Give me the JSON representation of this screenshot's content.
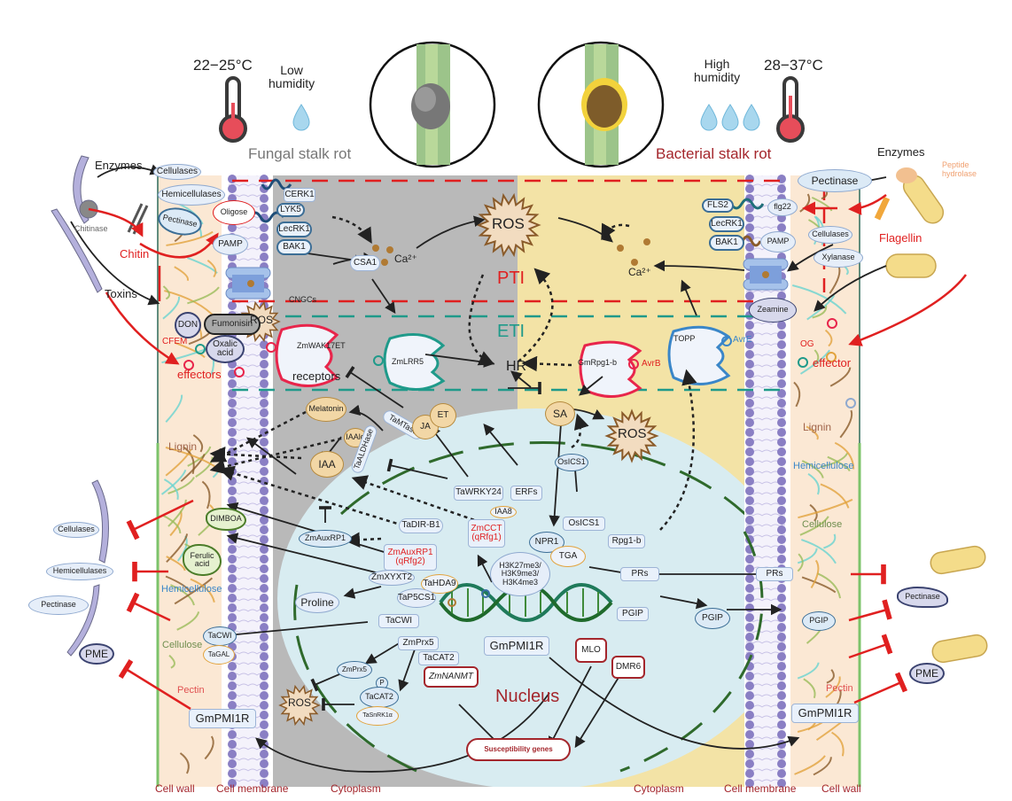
{
  "header": {
    "fungal": {
      "temperature": "22−25°C",
      "humidity": "Low\nhumidity",
      "title": "Fungal stalk rot"
    },
    "bacterial": {
      "temperature": "28−37°C",
      "humidity": "High\nhumidity",
      "title": "Bacterial stalk rot"
    }
  },
  "colors": {
    "fungal_cytoplasm": "#b9b9b9",
    "bacterial_cytoplasm": "#f3e3a6",
    "nucleus": "#d8ecf1",
    "cell_wall": "#fbe8d4",
    "membrane": "#8a7fc4",
    "pti_line": "#e02020",
    "eti_line": "#1f9a8a",
    "red_text": "#e02020",
    "dark_red_text": "#a4262c",
    "blue_text": "#3a86c8"
  },
  "zones": {
    "pti": "PTI",
    "eti": "ETI",
    "nucleus": "Nucleus",
    "hr": "HR"
  },
  "fungal_side": {
    "enzymes_label": "Enzymes",
    "chitinase_label": "Chitinase",
    "chitin_label": "Chitin",
    "toxins_label": "Toxins",
    "cfem_label": "CFEM",
    "effectors_label": "effectors",
    "enzymes": [
      "Cellulases",
      "Hemicellulases",
      "Pectinase"
    ],
    "oligose": "Oligose",
    "pamp": "PAMP",
    "receptors": [
      "CERK1",
      "LYK5",
      "LecRK1",
      "BAK1"
    ],
    "cngcs": "CNGCs",
    "csa1": "CSA1",
    "ca": "Ca²⁺",
    "toxins": [
      "DON",
      "Fumonisin",
      "Oxalic\nacid"
    ],
    "ros": "ROS",
    "zmwak": "ZmWAK17ET",
    "zmlrr5": "ZmLRR5",
    "receptors_label": "receptors",
    "cell_wall_labels": [
      "Lignin",
      "Hemicellulose",
      "Cellulose",
      "Pectin"
    ],
    "wall_compounds": [
      "DIMBOA",
      "Ferulic\nacid",
      "TaCWI",
      "TaGAL"
    ],
    "outside_enzymes": [
      "Cellulases",
      "Hemicellulases",
      "Pectinase",
      "PME"
    ],
    "gmpmi1r": "GmPMI1R"
  },
  "cytoplasm_fungal": {
    "melatonin": "Melatonin",
    "iaald": "IAAld",
    "iaa": "IAA",
    "taaldhase": "TaALDHase",
    "tamtase": "TaMTase",
    "ja": "JA",
    "et": "ET",
    "zmauxrp1": "ZmAuxRP1",
    "proline": "Proline",
    "zmprx5": "ZmPrx5",
    "tacat2": "TaCAT2",
    "p": "P",
    "tasnrk": "TaSnRK1α",
    "ros": "ROS"
  },
  "nucleus": {
    "tawrky24": "TaWRKY24",
    "erfs": "ERFs",
    "tadir": "TaDIR-B1",
    "iaa8": "IAA8",
    "zmcct": "ZmCCT\n(qRfg1)",
    "zmauxrp1_q": "ZmAuxRP1\n(qRfg2)",
    "zmxyxt2": "ZmXYXT2",
    "tahda9": "TaHDA9",
    "tap5cs1": "TaP5CS1",
    "tacwi": "TaCWI",
    "zmprx5": "ZmPrx5",
    "tacat2": "TaCAT2",
    "zmnanmt": "ZmNANMT",
    "histone": "H3K27me3/\nH3K9me3/\nH3K4me3",
    "gmpmi1r": "GmPMI1R",
    "mlo": "MLO",
    "dmr6": "DMR6",
    "oslcs1": "OsICS1",
    "rpg1b": "Rpg1-b",
    "npr1": "NPR1",
    "tga": "TGA",
    "prs": "PRs",
    "pgip": "PGIP"
  },
  "susceptibility": "Susceptibility genes",
  "bacterial_side": {
    "enzymes_label": "Enzymes",
    "peptide_hydrolase": "Peptide\nhydrolase",
    "flagellin_label": "Flagellin",
    "pectinase": "Pectinase",
    "flg22": "flg22",
    "pamp": "PAMP",
    "enzymes": [
      "Cellulases",
      "Xylanase"
    ],
    "receptors": [
      "FLS2",
      "LecRK1",
      "BAK1"
    ],
    "ca": "Ca²⁺",
    "ros": "ROS",
    "zeamine": "Zeamine",
    "topp": "TOPP",
    "avre": "AvrE",
    "og": "OG",
    "effector": "effector",
    "gmrpg1b": "GmRpg1-b",
    "avrb": "AvrB",
    "sa": "SA",
    "ros2": "ROS",
    "oslcs1": "OsICS1",
    "prs": "PRs",
    "pgip": "PGIP",
    "gmpmi1r": "GmPMI1R",
    "cell_wall_labels": [
      "Lignin",
      "Hemicellulose",
      "Cellulose",
      "Pectin"
    ],
    "outside": [
      "Pectinase",
      "PME"
    ]
  },
  "footer": {
    "left": [
      "Cell wall",
      "Cell membrane",
      "Cytoplasm"
    ],
    "right": [
      "Cytoplasm",
      "Cell membrane",
      "Cell wall"
    ]
  }
}
